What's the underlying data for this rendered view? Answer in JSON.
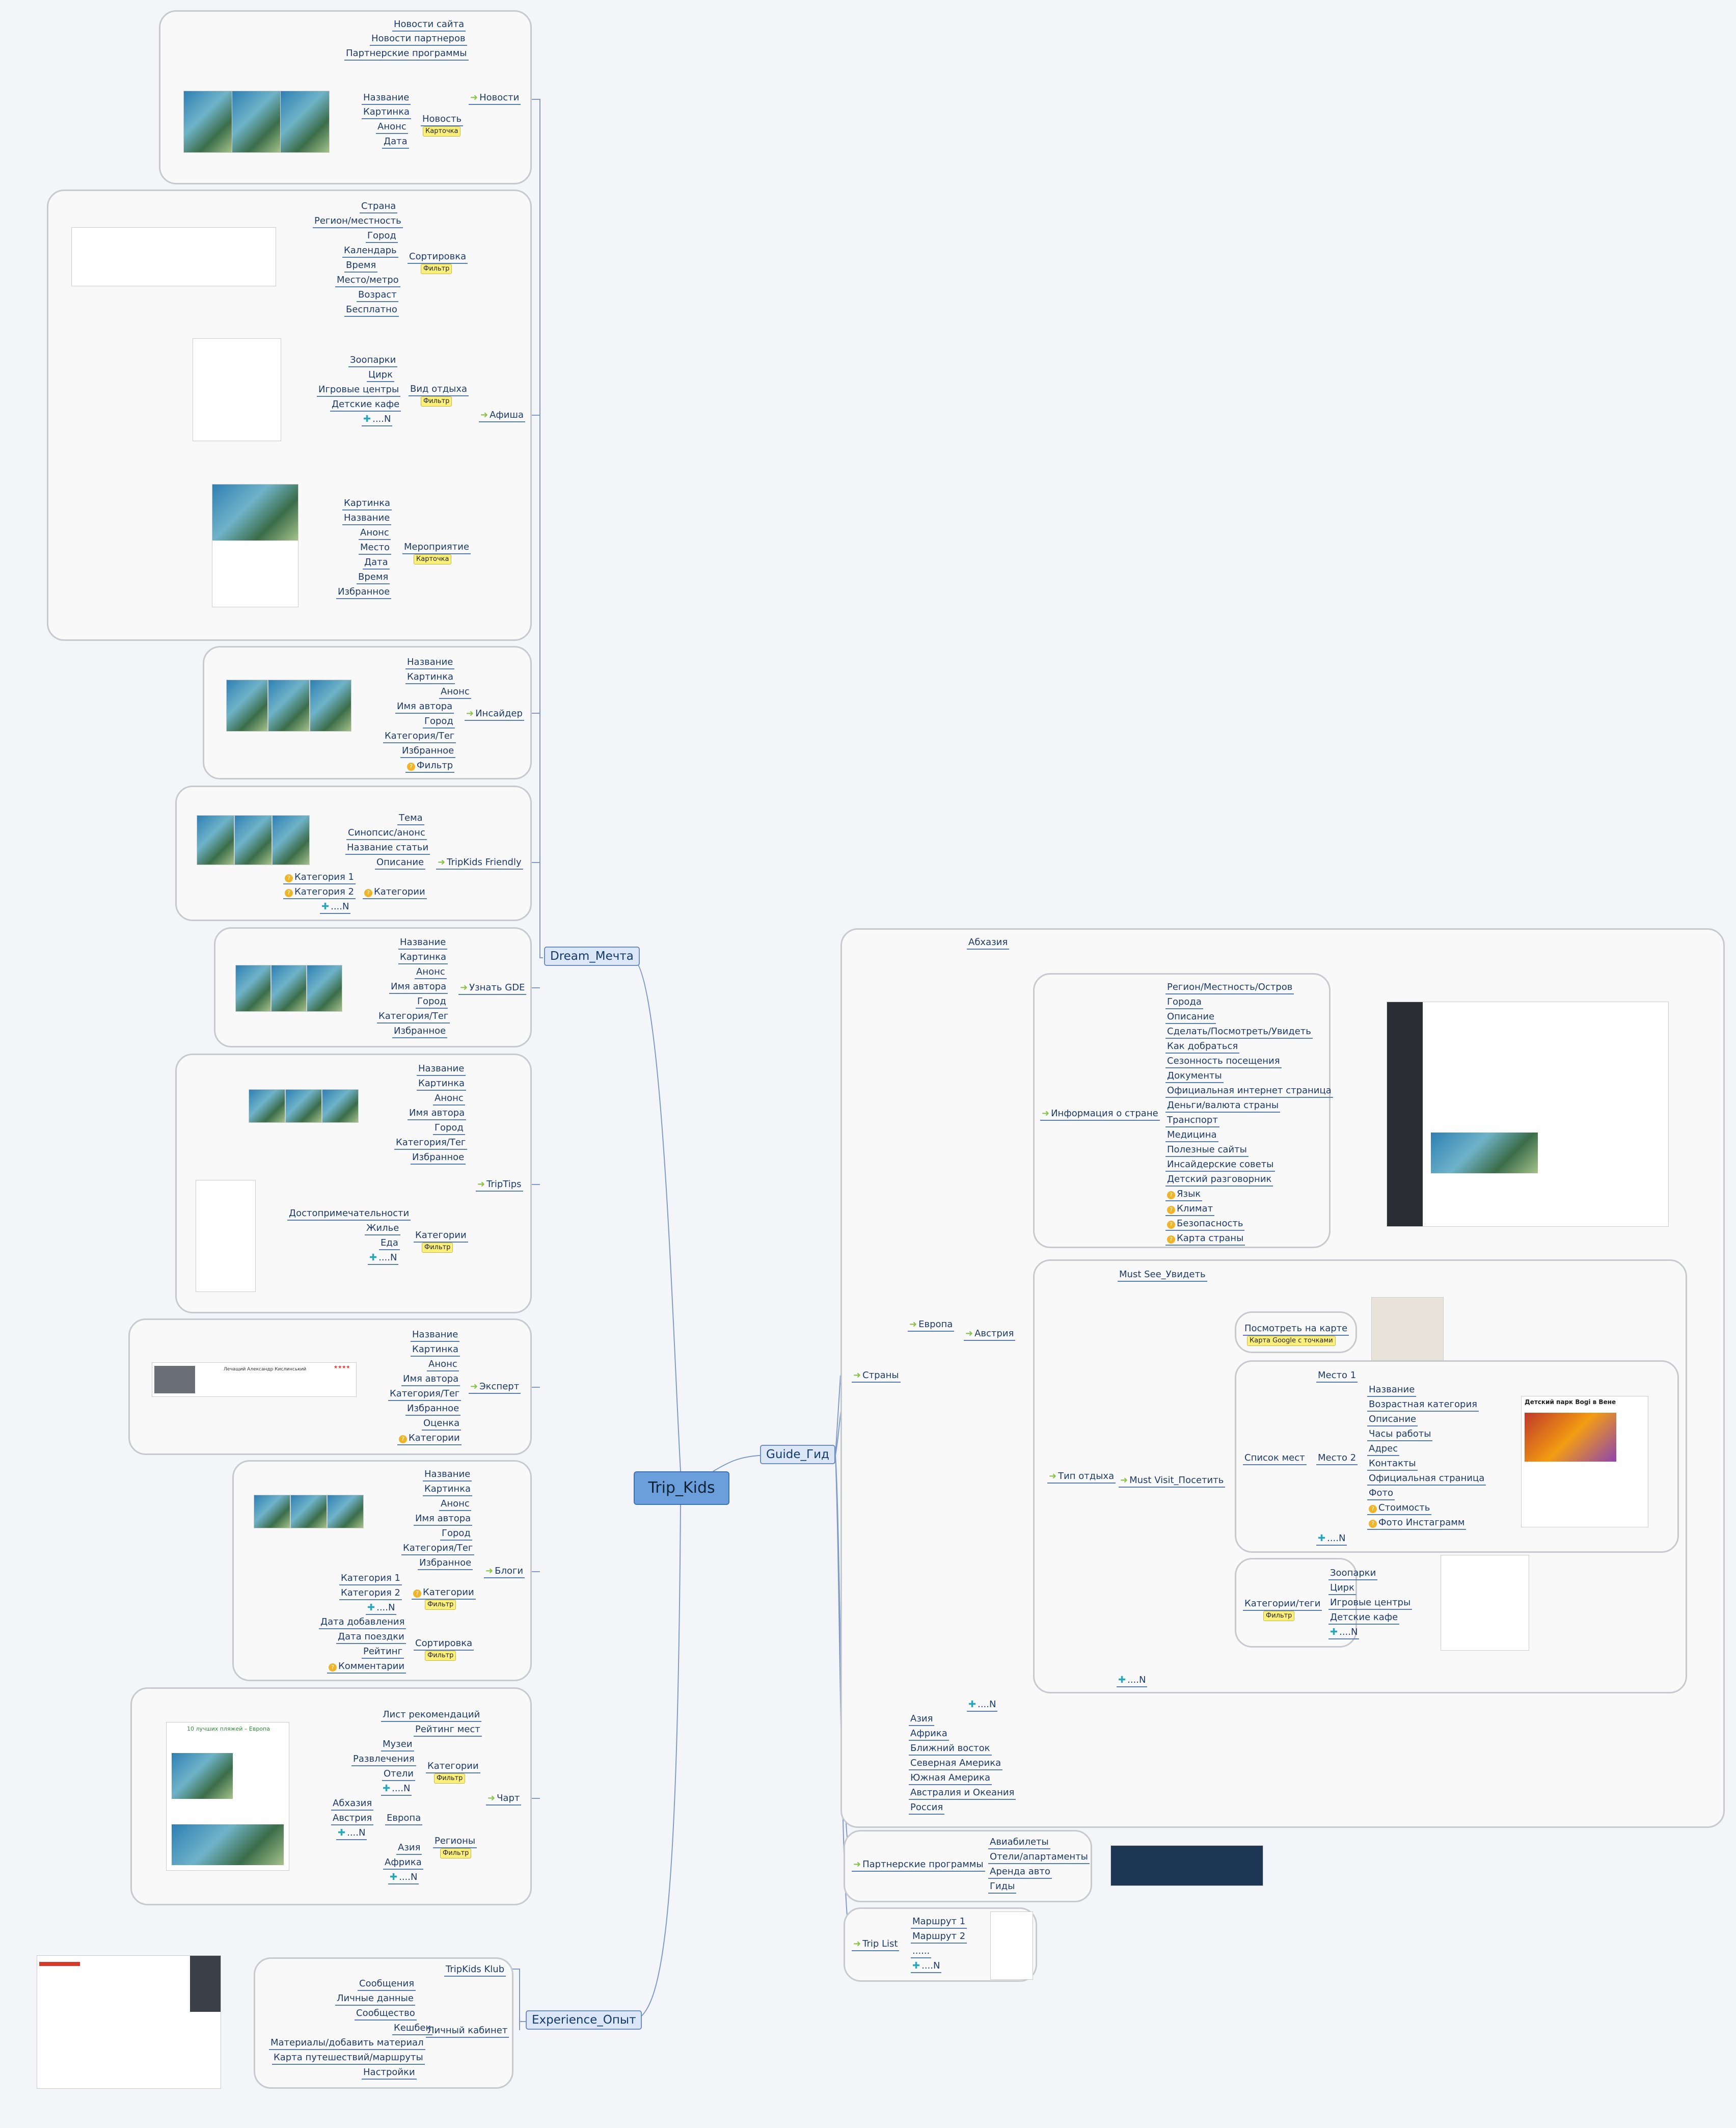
{
  "center": "Trip_Kids",
  "main": {
    "dream": "Dream_Мечта",
    "guide": "Guide_Гид",
    "experience": "Experience_Опыт"
  },
  "news": {
    "label": "Новости",
    "items": [
      "Новости сайта",
      "Новости партнеров",
      "Партнерские программы"
    ],
    "card": "Новость",
    "card_tag": "Карточка",
    "card_items": [
      "Название",
      "Картинка",
      "Анонс",
      "Дата"
    ]
  },
  "afisha": {
    "label": "Афиша",
    "sort": "Сортировка",
    "sort_tag": "Фильтр",
    "sort_items": [
      "Страна",
      "Регион/местность",
      "Город",
      "Календарь",
      "Время",
      "Место/метро",
      "Возраст",
      "Бесплатно"
    ],
    "rest": "Вид отдыха",
    "rest_tag": "Фильтр",
    "rest_items": [
      "Зоопарки",
      "Цирк",
      "Игровые центры",
      "Детские кафе",
      "....N"
    ],
    "event": "Мероприятие",
    "event_tag": "Карточка",
    "event_items": [
      "Картинка",
      "Название",
      "Анонс",
      "Место",
      "Дата",
      "Время",
      "Избранное"
    ]
  },
  "insider": {
    "label": "Инсайдер",
    "items": [
      "Название",
      "Картинка",
      "Анонс",
      "Имя автора",
      "Город",
      "Категория/Тег",
      "Избранное",
      "Фильтр"
    ]
  },
  "tkf": {
    "label": "TripKids Friendly",
    "items": [
      "Тема",
      "Синопсис/анонс",
      "Название статьи"
    ],
    "desc": "Описание",
    "cat": "Категории",
    "cat_items": [
      "Категория 1",
      "Категория 2",
      "....N"
    ]
  },
  "gde": {
    "label": "Узнать GDE",
    "items": [
      "Название",
      "Картинка",
      "Анонс",
      "Имя автора",
      "Город",
      "Категория/Тег",
      "Избранное"
    ]
  },
  "triptips": {
    "label": "TripTips",
    "items": [
      "Название",
      "Картинка",
      "Анонс",
      "Имя автора",
      "Город",
      "Категория/Тег",
      "Избранное"
    ],
    "cat": "Категории",
    "cat_tag": "Фильтр",
    "cat_items": [
      "Достопримечательности",
      "Жилье",
      "Еда",
      "....N"
    ]
  },
  "expert": {
    "label": "Эксперт",
    "items": [
      "Название",
      "Картинка",
      "Анонс",
      "Имя автора",
      "Категория/Тег",
      "Избранное",
      "Оценка",
      "Категории"
    ],
    "person": "Лечащий Александр Кислинський",
    "rating": "★★★★"
  },
  "blogs": {
    "label": "Блоги",
    "items": [
      "Название",
      "Картинка",
      "Анонс",
      "Имя автора",
      "Город",
      "Категория/Тег",
      "Избранное"
    ],
    "cat": "Категории",
    "cat_tag": "Фильтр",
    "cat_items": [
      "Категория 1",
      "Категория 2",
      "....N"
    ],
    "sort": "Сортировка",
    "sort_tag": "Фильтр",
    "sort_items": [
      "Дата добавления",
      "Дата поездки",
      "Рейтинг",
      "Комментарии"
    ]
  },
  "chart": {
    "label": "Чарт",
    "cat": "Категории",
    "cat_tag": "Фильтр",
    "cat_items": [
      "Лист рекомендаций",
      "Рейтинг мест",
      "Музеи",
      "Развлечения",
      "Отели",
      "....N"
    ],
    "regions": "Регионы",
    "regions_tag": "Фильтр",
    "europe": "Европа",
    "europe_items": [
      "Абхазия",
      "Австрия",
      "....N"
    ],
    "region_items": [
      "Азия",
      "Африка",
      "....N"
    ],
    "thumb_title": "10 лучших пляжей – Европа"
  },
  "experience": {
    "klub": "TripKids Klub",
    "cabinet": "Личный кабинет",
    "items": [
      "Сообщения",
      "Личные данные",
      "Сообщество",
      "Кешбек",
      "Материалы/добавить материал",
      "Карта путешествий/маршруты",
      "Настройки"
    ]
  },
  "guide": {
    "countries": "Страны",
    "abkhazia": "Абхазия",
    "europe": "Европа",
    "austria": "Австрия",
    "country_info": "Информация о стране",
    "info_items": [
      "Регион/Местность/Остров",
      "Города",
      "Описание",
      "Сделать/Посмотреть/Увидеть",
      "Как добраться",
      "Сезонность посещения",
      "Документы",
      "Официальная интернет страница",
      "Деньги/валюта страны",
      "Транспорт",
      "Медицина",
      "Полезные сайты",
      "Инсайдерские советы",
      "Детский разговорник",
      "Язык",
      "Климат",
      "Безопасность",
      "Карта страны"
    ],
    "rest_type": "Тип отдыха",
    "must_see": "Must See_Увидеть",
    "must_visit": "Must Visit_Посетить",
    "view_map": "Посмотреть на карте",
    "map_tag": "Карта Google с точками",
    "places": "Список мест",
    "place1": "Место 1",
    "place2": "Место 2",
    "place_items": [
      "Название",
      "Возрастная категория",
      "Описание",
      "Часы работы",
      "Адрес",
      "Контакты",
      "Официальная страница",
      "Фото",
      "Стоимость",
      "Фото Инстаграмм"
    ],
    "placeN": "....N",
    "cats": "Категории/теги",
    "cats_tag": "Фильтр",
    "cat_items": [
      "Зоопарки",
      "Цирк",
      "Игровые центры",
      "Детские кафе",
      "....N"
    ],
    "austriaN": "....N",
    "europeN": "....N",
    "regions": [
      "Азия",
      "Африка",
      "Ближний восток",
      "Северная Америка",
      "Южная Америка",
      "Австралия и Океания",
      "Россия"
    ],
    "partners": "Партнерские программы",
    "partner_items": [
      "Авиабилеты",
      "Отели/апартаменты",
      "Аренда авто",
      "Гиды"
    ],
    "triplist": "Trip List",
    "routes": [
      "Маршрут 1",
      "Маршрут 2",
      "......",
      "....N"
    ],
    "place_card_title": "Детский парк Bogi в Вене"
  },
  "colors": {
    "center": "#6a9fdc",
    "line": "#5b7fb0",
    "tag": "#fdf07a",
    "text": "#1c3b6a"
  }
}
